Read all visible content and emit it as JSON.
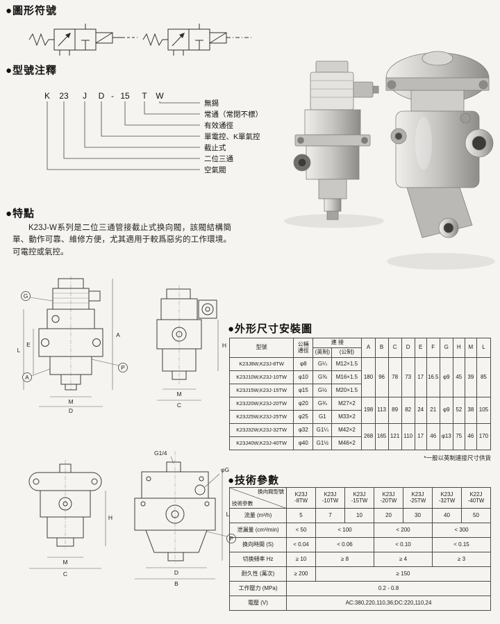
{
  "titles": {
    "symbols": "●圖形符號",
    "model": "●型號注釋",
    "features": "●特點",
    "dims": "●外形尺寸安裝圖",
    "tech": "●技術參數"
  },
  "model_code": {
    "chars": [
      "K",
      "23",
      "J",
      "D",
      "-",
      "15",
      "T",
      "W"
    ],
    "labels": [
      "無錫",
      "常通（常閉不標）",
      "有效通徑",
      "單電控、K單氣控",
      "截止式",
      "二位三通",
      "空氣閥"
    ]
  },
  "features_text": "K23J-W系列是二位三通管接截止式换向閥，該閥結構簡單、動作可靠、維修方便，尤其適用于較爲惡劣的工作環境。可電控或氣控。",
  "drawings": {
    "d1": [
      "G",
      "A",
      "E",
      "L",
      "A",
      "P",
      "M",
      "D"
    ],
    "d2": [
      "H",
      "M",
      "C"
    ],
    "d3": [
      "H",
      "M",
      "C"
    ],
    "d4": [
      "G1/4",
      "φG",
      "L",
      "P",
      "D",
      "B"
    ]
  },
  "dims_table": {
    "headers": {
      "model": "型號",
      "bore1": "公稱",
      "bore2": "通徑",
      "conn": "連  接",
      "imperial": "(英制)",
      "metric": "(公制)",
      "dims": [
        "A",
        "B",
        "C",
        "D",
        "E",
        "F",
        "G",
        "H",
        "M",
        "L"
      ]
    },
    "rows": [
      {
        "model": "K23J8W,K23J-8TW",
        "bore": "φ8",
        "imp": "G¼",
        "met": "M12×1.5"
      },
      {
        "model": "K23J10W,K23J-10TW",
        "bore": "φ10",
        "imp": "G⅜",
        "met": "M16×1.5"
      },
      {
        "model": "K23J15W,K23J-15TW",
        "bore": "φ15",
        "imp": "G½",
        "met": "M20×1.5"
      },
      {
        "model": "K23J20W,K23J-20TW",
        "bore": "φ20",
        "imp": "G¾",
        "met": "M27×2"
      },
      {
        "model": "K23J25W,K23J-25TW",
        "bore": "φ25",
        "imp": "G1",
        "met": "M33×2"
      },
      {
        "model": "K23J32W,K23J-32TW",
        "bore": "φ32",
        "imp": "G1¼",
        "met": "M42×2"
      },
      {
        "model": "K23J40W,K23J-40TW",
        "bore": "φ40",
        "imp": "G1½",
        "met": "M46×2"
      }
    ],
    "groups": [
      {
        "A": "180",
        "B": "96",
        "C": "78",
        "D": "73",
        "E": "17",
        "F": "16.5",
        "G": "φ9",
        "H": "45",
        "M": "39",
        "L": "85"
      },
      {
        "A": "198",
        "B": "113",
        "C": "89",
        "D": "82",
        "E": "24",
        "F": "21",
        "G": "φ9",
        "H": "52",
        "M": "38",
        "L": "105"
      },
      {
        "A": "268",
        "B": "165",
        "C": "121",
        "D": "110",
        "E": "17",
        "F": "46",
        "G": "φ13",
        "H": "75",
        "M": "46",
        "L": "170"
      }
    ],
    "note": "*一般以英制連接尺寸供貨"
  },
  "tech_table": {
    "corner_top": "换向閥型號",
    "corner_bottom": "技術參數",
    "col_headers": [
      [
        "K23J",
        "-8TW"
      ],
      [
        "K23J",
        "-10TW"
      ],
      [
        "K23J",
        "-15TW"
      ],
      [
        "K23J",
        "-20TW"
      ],
      [
        "K23J",
        "-25TW"
      ],
      [
        "K23J",
        "-32TW"
      ],
      [
        "K22J",
        "-40TW"
      ]
    ],
    "rows": [
      {
        "label": "流量 (m³/h)",
        "v": [
          "5",
          "7",
          "10",
          "20",
          "30",
          "40",
          "50"
        ]
      },
      {
        "label": "泄漏量 (cm³/min)",
        "v": [
          "< 50",
          "< 100",
          "< 200",
          "< 300"
        ]
      },
      {
        "label": "换向時間 (S)",
        "v": [
          "< 0.04",
          "< 0.06",
          "< 0.10",
          "< 0.15"
        ]
      },
      {
        "label": "切换頻率 Hz",
        "v": [
          "≥ 10",
          "≥ 8",
          "≥ 4",
          "≥ 3"
        ]
      },
      {
        "label": "耐久性 (萬次)",
        "v": [
          "≥ 200",
          "≥ 150"
        ]
      },
      {
        "label": "工作壓力 (MPa)",
        "v": [
          "0.2 - 0.8"
        ]
      },
      {
        "label": "電壓 (V)",
        "v": [
          "AC:380,220,110,36;DC:220,110,24"
        ]
      }
    ]
  }
}
